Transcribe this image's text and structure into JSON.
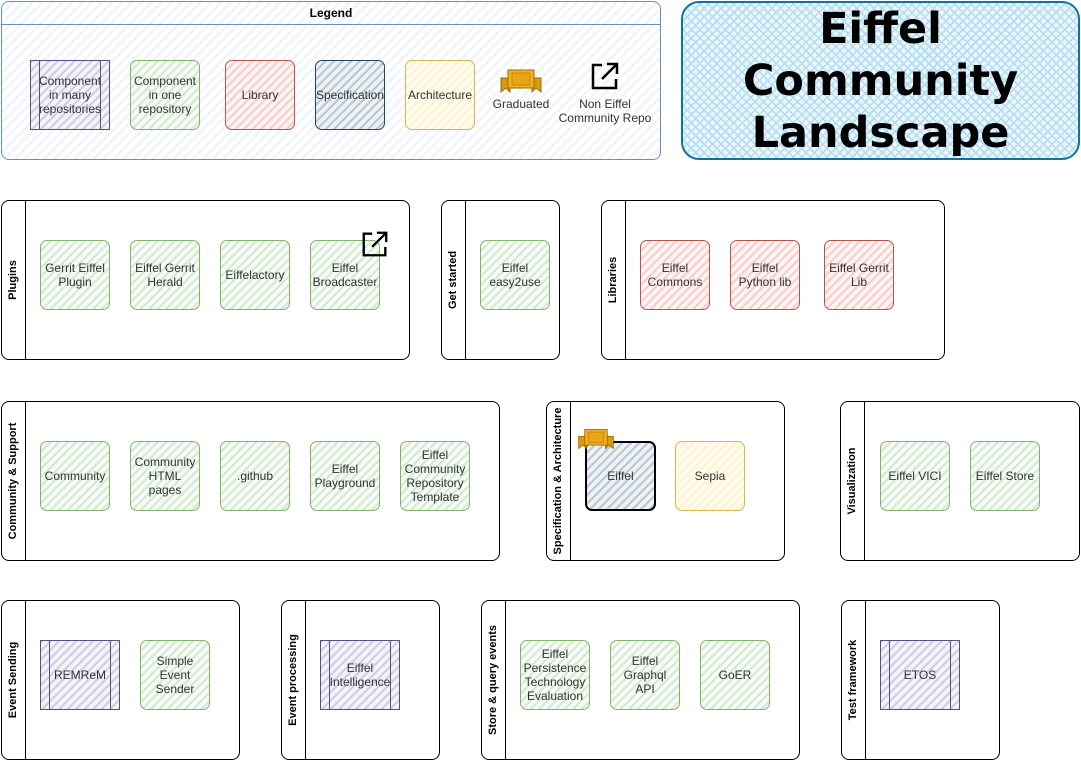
{
  "legend": {
    "title": "Legend",
    "items": [
      {
        "label": "Component in many repositories"
      },
      {
        "label": "Component in one repository"
      },
      {
        "label": "Library"
      },
      {
        "label": "Specification"
      },
      {
        "label": "Architecture"
      },
      {
        "label": "Graduated",
        "icon": "graduated-ribbon-icon"
      },
      {
        "label": "Non Eiffel Community Repo",
        "icon": "external-link-icon"
      }
    ]
  },
  "title": {
    "line1": "Eiffel Community",
    "line2": "Landscape"
  },
  "colors": {
    "one_repo": "#82b366",
    "many_repos": "#56517e",
    "library": "#b85450",
    "specification": "#23445d",
    "architecture": "#d6b656",
    "title_border": "#10739e",
    "legend_border": "#6c8ebf"
  },
  "pools": {
    "plugins": {
      "label": "Plugins",
      "items": [
        "Gerrit Eiffel Plugin",
        "Eiffel Gerrit Herald",
        "Eiffelactory",
        "Eiffel Broadcaster"
      ]
    },
    "get_started": {
      "label": "Get started",
      "items": [
        "Eiffel easy2use"
      ]
    },
    "libraries": {
      "label": "Libraries",
      "items": [
        "Eiffel Commons",
        "Eiffel Python lib",
        "Eiffel Gerrit Lib"
      ]
    },
    "community": {
      "label": "Community & Support",
      "items": [
        "Community",
        "Community HTML pages",
        ".github",
        "Eiffel Playground",
        "Eiffel Community Repository Template"
      ]
    },
    "spec_arch": {
      "label": "Specification & Architecture",
      "items": [
        "Eiffel",
        "Sepia"
      ]
    },
    "visualization": {
      "label": "Visualization",
      "items": [
        "Eiffel VICI",
        "Eiffel Store"
      ]
    },
    "event_sending": {
      "label": "Event Sending",
      "items": [
        "REMReM",
        "Simple Event Sender"
      ]
    },
    "event_processing": {
      "label": "Event processing",
      "items": [
        "Eiffel Intelligence"
      ]
    },
    "store_query": {
      "label": "Store & query events",
      "items": [
        "Eiffel Persistence Technology Evaluation",
        "Eiffel Graphql API",
        "GoER"
      ]
    },
    "test_framework": {
      "label": "Test framework",
      "items": [
        "ETOS"
      ]
    }
  }
}
